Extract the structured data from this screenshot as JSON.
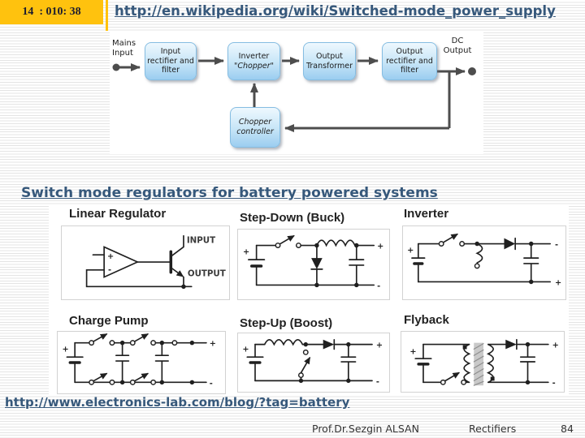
{
  "colors": {
    "accent_yellow": "#FFC20E",
    "link_blue": "#36587B",
    "block_blue_top": "#EEF8FE",
    "block_blue_bottom": "#9BCDF0",
    "arrow_gray": "#4D4D4D"
  },
  "header": {
    "timestamp": "14  : 010: 38",
    "title_link": "http://en.wikipedia.org/wiki/Switched-mode_power_supply"
  },
  "block_diagram": {
    "mains_label": "Mains\nInput",
    "dc_label": "DC\nOutput",
    "boxes": {
      "input_rectifier": "Input rectifier and filter",
      "inverter_line1": "Inverter",
      "inverter_line2": "\"Chopper\"",
      "output_transformer": "Output Transformer",
      "output_rectifier": "Output rectifier and filter",
      "chopper_controller": "Chopper controller"
    }
  },
  "heading": "Switch mode regulators for battery powered systems",
  "circuits": {
    "linear_regulator": {
      "label": "Linear Regulator",
      "input": "INPUT",
      "output": "OUTPUT"
    },
    "buck": {
      "label": "Step-Down (Buck)"
    },
    "inverter": {
      "label": "Inverter"
    },
    "charge_pump": {
      "label": "Charge Pump"
    },
    "boost": {
      "label": "Step-Up (Boost)"
    },
    "flyback": {
      "label": "Flyback"
    }
  },
  "symbols": {
    "plus": "+",
    "minus": "-"
  },
  "bottom_link": "http://www.electronics-lab.com/blog/?tag=battery",
  "footer": {
    "author": "Prof.Dr.Sezgin ALSAN",
    "section": "Rectifiers",
    "page": "84"
  }
}
